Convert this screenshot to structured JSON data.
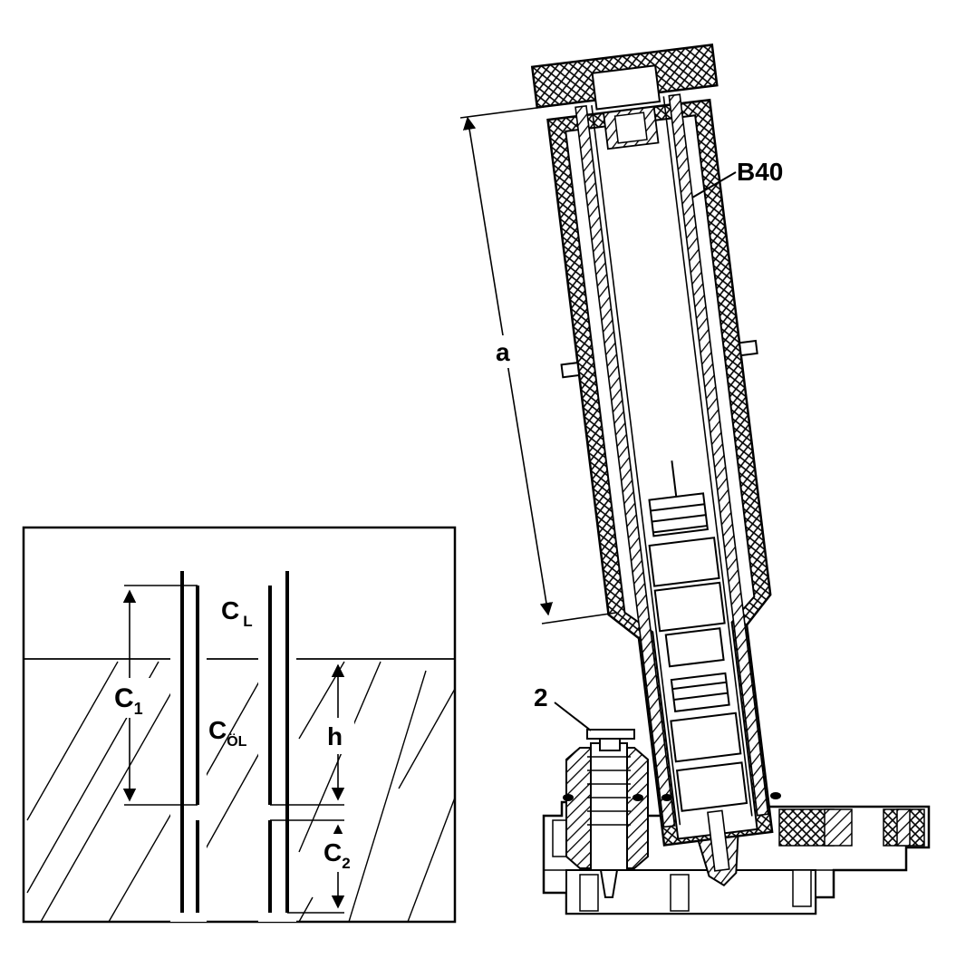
{
  "labels": {
    "b40": "B40",
    "a": "a",
    "two": "2",
    "c1_main": "C",
    "c1_sub": "1",
    "cl_main": "C",
    "cl_sub": "L",
    "col_main": "C",
    "col_sub": "ÖL",
    "h": "h",
    "c2_main": "C",
    "c2_sub": "2"
  }
}
